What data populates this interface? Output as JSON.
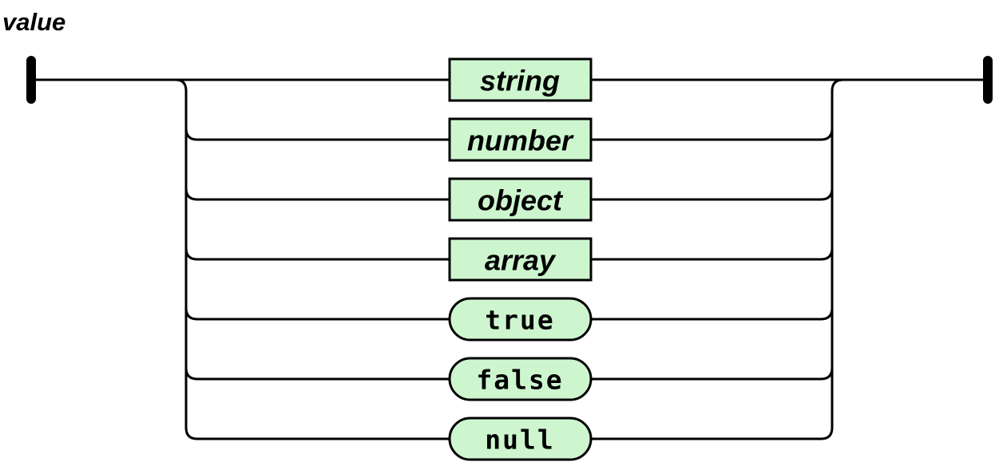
{
  "diagram": {
    "title": "value",
    "kind": "railroad-syntax-diagram",
    "colors": {
      "line": "#000000",
      "node_fill": "#cdf6cf",
      "node_border": "#000000",
      "background": "#ffffff"
    },
    "nodes": [
      {
        "label": "string",
        "kind": "nonterminal",
        "shape": "rectangle"
      },
      {
        "label": "number",
        "kind": "nonterminal",
        "shape": "rectangle"
      },
      {
        "label": "object",
        "kind": "nonterminal",
        "shape": "rectangle"
      },
      {
        "label": "array",
        "kind": "nonterminal",
        "shape": "rectangle"
      },
      {
        "label": "true",
        "kind": "terminal",
        "shape": "rounded"
      },
      {
        "label": "false",
        "kind": "terminal",
        "shape": "rounded"
      },
      {
        "label": "null",
        "kind": "terminal",
        "shape": "rounded"
      }
    ]
  }
}
